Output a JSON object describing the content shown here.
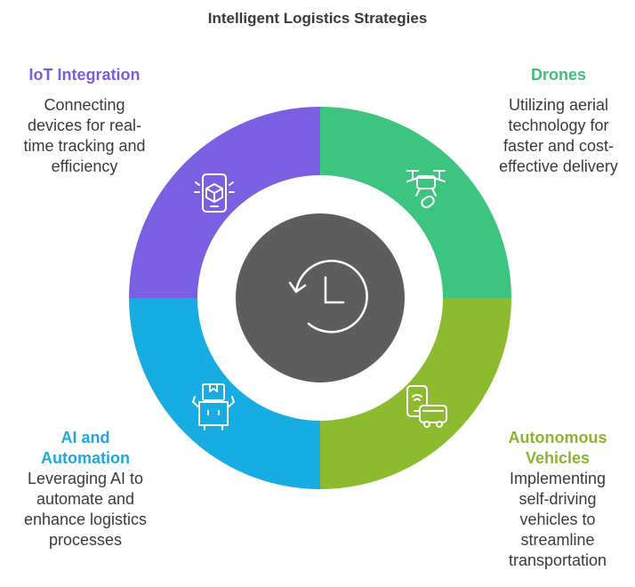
{
  "title": "Intelligent Logistics Strategies",
  "colors": {
    "iot": "#7a5fe3",
    "drones": "#3dc47e",
    "ai": "#17ade3",
    "autonomous": "#8dbb2f",
    "center": "#5d5d5d"
  },
  "segments": {
    "iot": {
      "heading": "IoT Integration",
      "lines": [
        "Connecting",
        "devices for real-",
        "time tracking and",
        "efficiency"
      ],
      "icon": "smartphone-box-icon"
    },
    "drones": {
      "heading": "Drones",
      "lines": [
        "Utilizing aerial",
        "technology for",
        "faster and cost-",
        "effective delivery"
      ],
      "icon": "drone-package-icon"
    },
    "ai": {
      "heading_lines": [
        "AI and",
        "Automation"
      ],
      "lines": [
        "Leveraging AI to",
        "automate and",
        "enhance logistics",
        "processes"
      ],
      "icon": "robot-package-icon"
    },
    "autonomous": {
      "heading_lines": [
        "Autonomous",
        "Vehicles"
      ],
      "lines": [
        "Implementing",
        "self-driving",
        "vehicles to",
        "streamline",
        "transportation"
      ],
      "icon": "phone-bus-icon"
    }
  },
  "center_icon": "clock-history-icon"
}
